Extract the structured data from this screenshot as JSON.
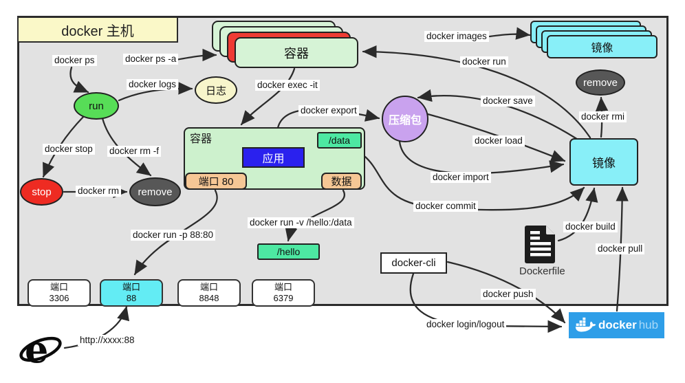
{
  "title": "docker 主机",
  "nodes": {
    "container_stack": "容器",
    "image_stack": "镜像",
    "log": "日志",
    "run": "run",
    "stop": "stop",
    "remove_container": "remove",
    "remove_image": "remove",
    "container": "容器",
    "app": "应用",
    "data_volume": "/data",
    "port80": "端口 80",
    "data": "数据",
    "tarball": "压缩包",
    "image": "镜像",
    "hello_volume": "/hello",
    "docker_cli": "docker-cli",
    "dockerfile": "Dockerfile",
    "hub_docker": "docker",
    "hub_hub": "hub"
  },
  "ports": [
    {
      "label": "端口",
      "value": "3306"
    },
    {
      "label": "端口",
      "value": "88"
    },
    {
      "label": "端口",
      "value": "8848"
    },
    {
      "label": "端口",
      "value": "6379"
    }
  ],
  "edges": {
    "ps": "docker ps",
    "ps_a": "docker ps -a",
    "logs": "docker logs",
    "stop": "docker stop",
    "rm_f": "docker rm -f",
    "rm": "docker rm",
    "exec": "docker exec -it",
    "export": "docker export",
    "images": "docker images",
    "run": "docker run",
    "save": "docker save",
    "rmi": "docker rmi",
    "load": "docker load",
    "import": "docker import",
    "commit": "docker commit",
    "run_p": "docker run -p 88:80",
    "run_v": "docker run -v /hello:/data",
    "build": "docker build",
    "pull": "docker pull",
    "push": "docker push",
    "login": "docker login/logout",
    "http": "http://xxxx:88"
  },
  "colors": {
    "host_yellow": "#faf8c8",
    "container_green": "#cdf1cd",
    "stack_red": "#ee3b33",
    "image_cyan": "#88eff8",
    "running_green": "#57dd57",
    "stopped_red": "#ee2b22",
    "removed_gray": "#575757",
    "log_yellow": "#f7f5cb",
    "tarball_purple": "#c9a2ee",
    "volume_green": "#4de8a2",
    "port_orange": "#f6c795",
    "app_blue": "#2a21ee",
    "active_port_cyan": "#63ecf4",
    "hub_blue": "#2e9ee8"
  }
}
